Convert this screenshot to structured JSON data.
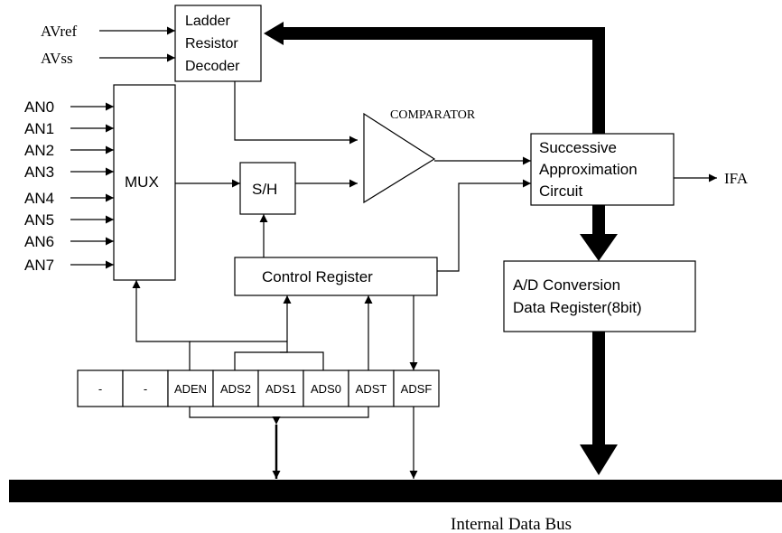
{
  "inputs": {
    "avref": "AVref",
    "avss": "AVss",
    "analog_channels": [
      "AN0",
      "AN1",
      "AN2",
      "AN3",
      "AN4",
      "AN5",
      "AN6",
      "AN7"
    ]
  },
  "blocks": {
    "ladder": [
      "Ladder",
      "Resistor",
      "Decoder"
    ],
    "mux": "MUX",
    "sample_hold": "S/H",
    "comparator": "COMPARATOR",
    "sar": [
      "Successive",
      "Approximation",
      "Circuit"
    ],
    "control_register": "Control Register",
    "data_register": [
      "A/D Conversion",
      "Data Register(8bit)"
    ]
  },
  "register_bits": [
    "-",
    "-",
    "ADEN",
    "ADS2",
    "ADS1",
    "ADS0",
    "ADST",
    "ADSF"
  ],
  "outputs": {
    "ifa": "IFA"
  },
  "bus": {
    "label": "Internal Data Bus"
  }
}
